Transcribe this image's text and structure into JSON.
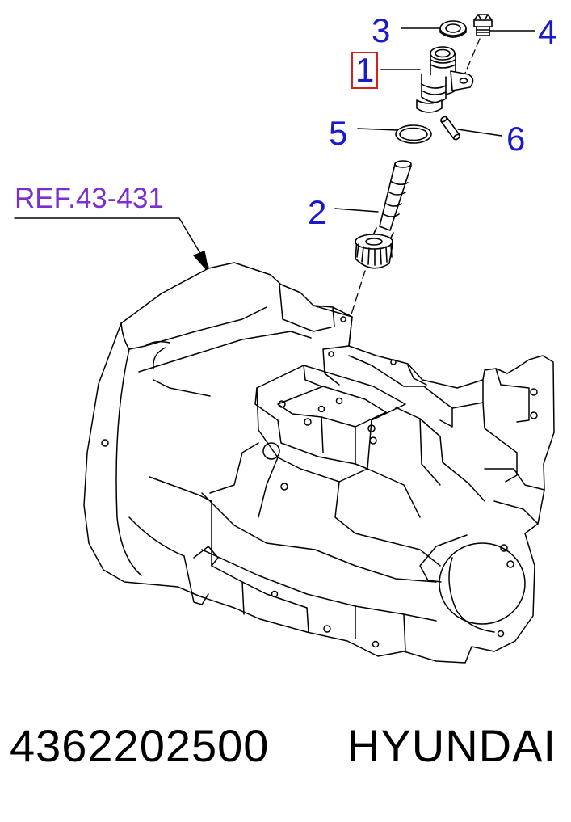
{
  "diagram": {
    "reference_label": "REF.43-431",
    "callouts": {
      "c1": "1",
      "c2": "2",
      "c3": "3",
      "c4": "4",
      "c5": "5",
      "c6": "6"
    },
    "colors": {
      "callout": "#1a1acc",
      "reference": "#7a2fcf",
      "highlight_box": "#d42020",
      "line_art": "#000000"
    }
  },
  "footer": {
    "part_number": "4362202500",
    "brand": "HYUNDAI"
  }
}
